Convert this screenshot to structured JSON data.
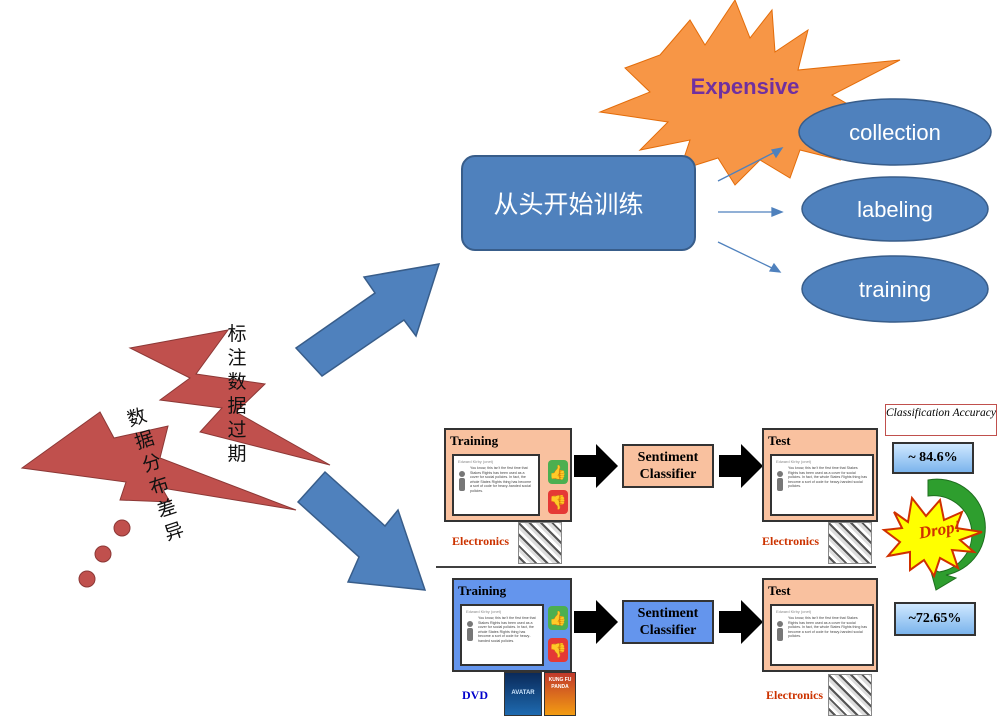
{
  "top": {
    "expensive_label": "Expensive",
    "main_box_label": "从头开始训练",
    "ovals": [
      "collection",
      "labeling",
      "training"
    ]
  },
  "left": {
    "bolt_upper_text": "标注数据过期",
    "bolt_lower_text": "数据分布差异"
  },
  "figure": {
    "accuracy_header": "Classification Accuracy",
    "row1": {
      "training_title": "Training",
      "classifier_label": "Sentiment Classifier",
      "test_title": "Test",
      "train_domain": "Electronics",
      "test_domain": "Electronics",
      "accuracy": "~ 84.6%"
    },
    "row2": {
      "training_title": "Training",
      "classifier_label": "Sentiment Classifier",
      "test_title": "Test",
      "train_domain": "DVD",
      "test_domain": "Electronics",
      "accuracy": "~72.65%"
    },
    "drop_label": "Drop!",
    "review_header": "Edward Kirby (cnet)",
    "review_text": "You know, this isn't the first time that Stakes Rights has been used as a cover for social policies. In fact, the whole States Rights thing has become a sort of code for heavy-handed social policies.",
    "dvd_titles": [
      "AVATAR",
      "KUNG FU PANDA"
    ],
    "colors": {
      "panel_orange": "#f9c19f",
      "panel_blue": "#6495ed",
      "domain_red": "#cc3300",
      "domain_blue": "#0000cc"
    }
  }
}
